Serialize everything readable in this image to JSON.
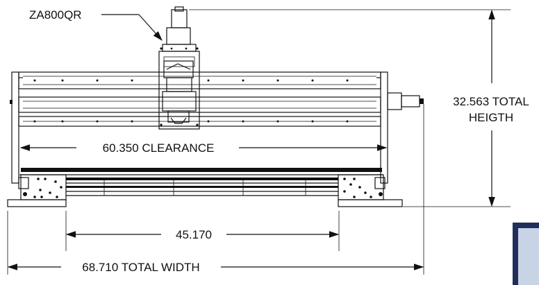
{
  "labels": {
    "part_number": "ZA800QR",
    "height_line1": "32.563 TOTAL",
    "height_line2": "HEIGTH",
    "clearance": "60.350 CLEARANCE",
    "inner_width": "45.170",
    "total_width": "68.710 TOTAL WIDTH"
  },
  "colors": {
    "line": "#111111",
    "background": "#ffffff",
    "corner_panel_border": "#1f2e5a",
    "corner_panel_fill": "#c9d3e6"
  }
}
